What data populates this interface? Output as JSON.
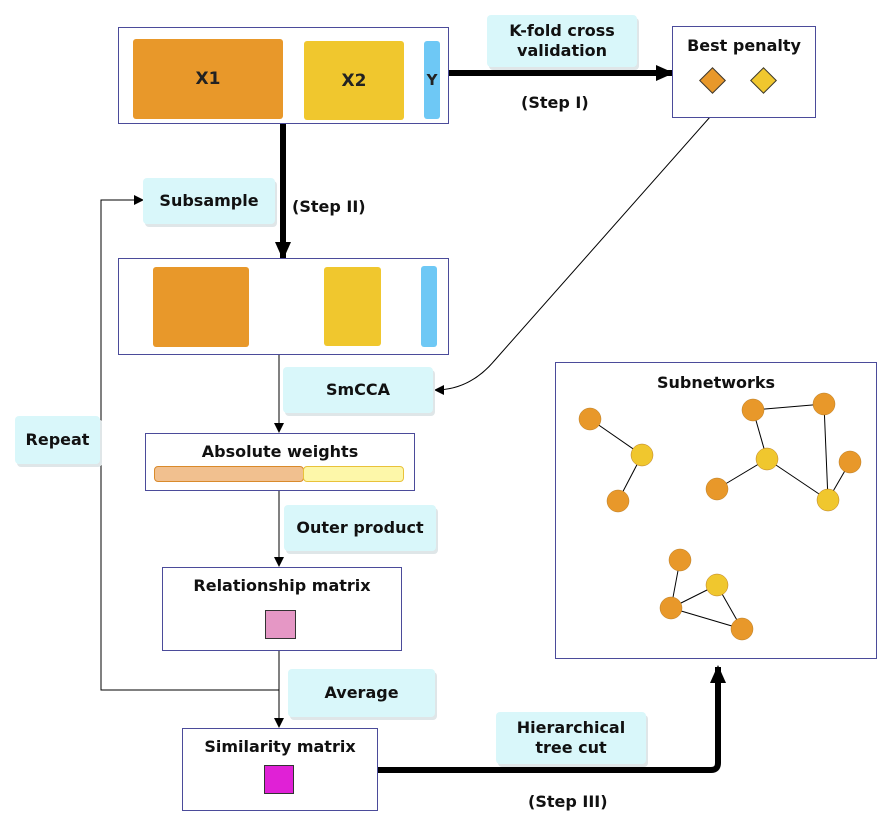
{
  "colors": {
    "x1": "#e8982a",
    "x2": "#f0c72e",
    "y": "#6ec8f5",
    "pink": "#e597c5",
    "magenta": "#e021d6",
    "x1_light": "#f1c08f",
    "x2_light": "#fdf7a9",
    "tag_bg": "#d9f7fa",
    "box_border": "#4b4b9a"
  },
  "data_block": {
    "x1": "X1",
    "x2": "X2",
    "y": "Y"
  },
  "step1": {
    "tag": "K-fold cross\nvalidation",
    "label": "(Step I)"
  },
  "best_penalty": {
    "title": "Best penalty"
  },
  "step2": {
    "tag": "Subsample",
    "label": "(Step II)"
  },
  "smcca": {
    "tag": "SmCCA"
  },
  "absolute_weights": {
    "title": "Absolute weights"
  },
  "outer_product": {
    "tag": "Outer product"
  },
  "relationship_matrix": {
    "title": "Relationship matrix"
  },
  "average": {
    "tag": "Average"
  },
  "repeat": {
    "tag": "Repeat"
  },
  "similarity_matrix": {
    "title": "Similarity matrix"
  },
  "step3": {
    "tag": "Hierarchical\ntree cut",
    "label": "(Step III)"
  },
  "subnetworks": {
    "title": "Subnetworks"
  }
}
